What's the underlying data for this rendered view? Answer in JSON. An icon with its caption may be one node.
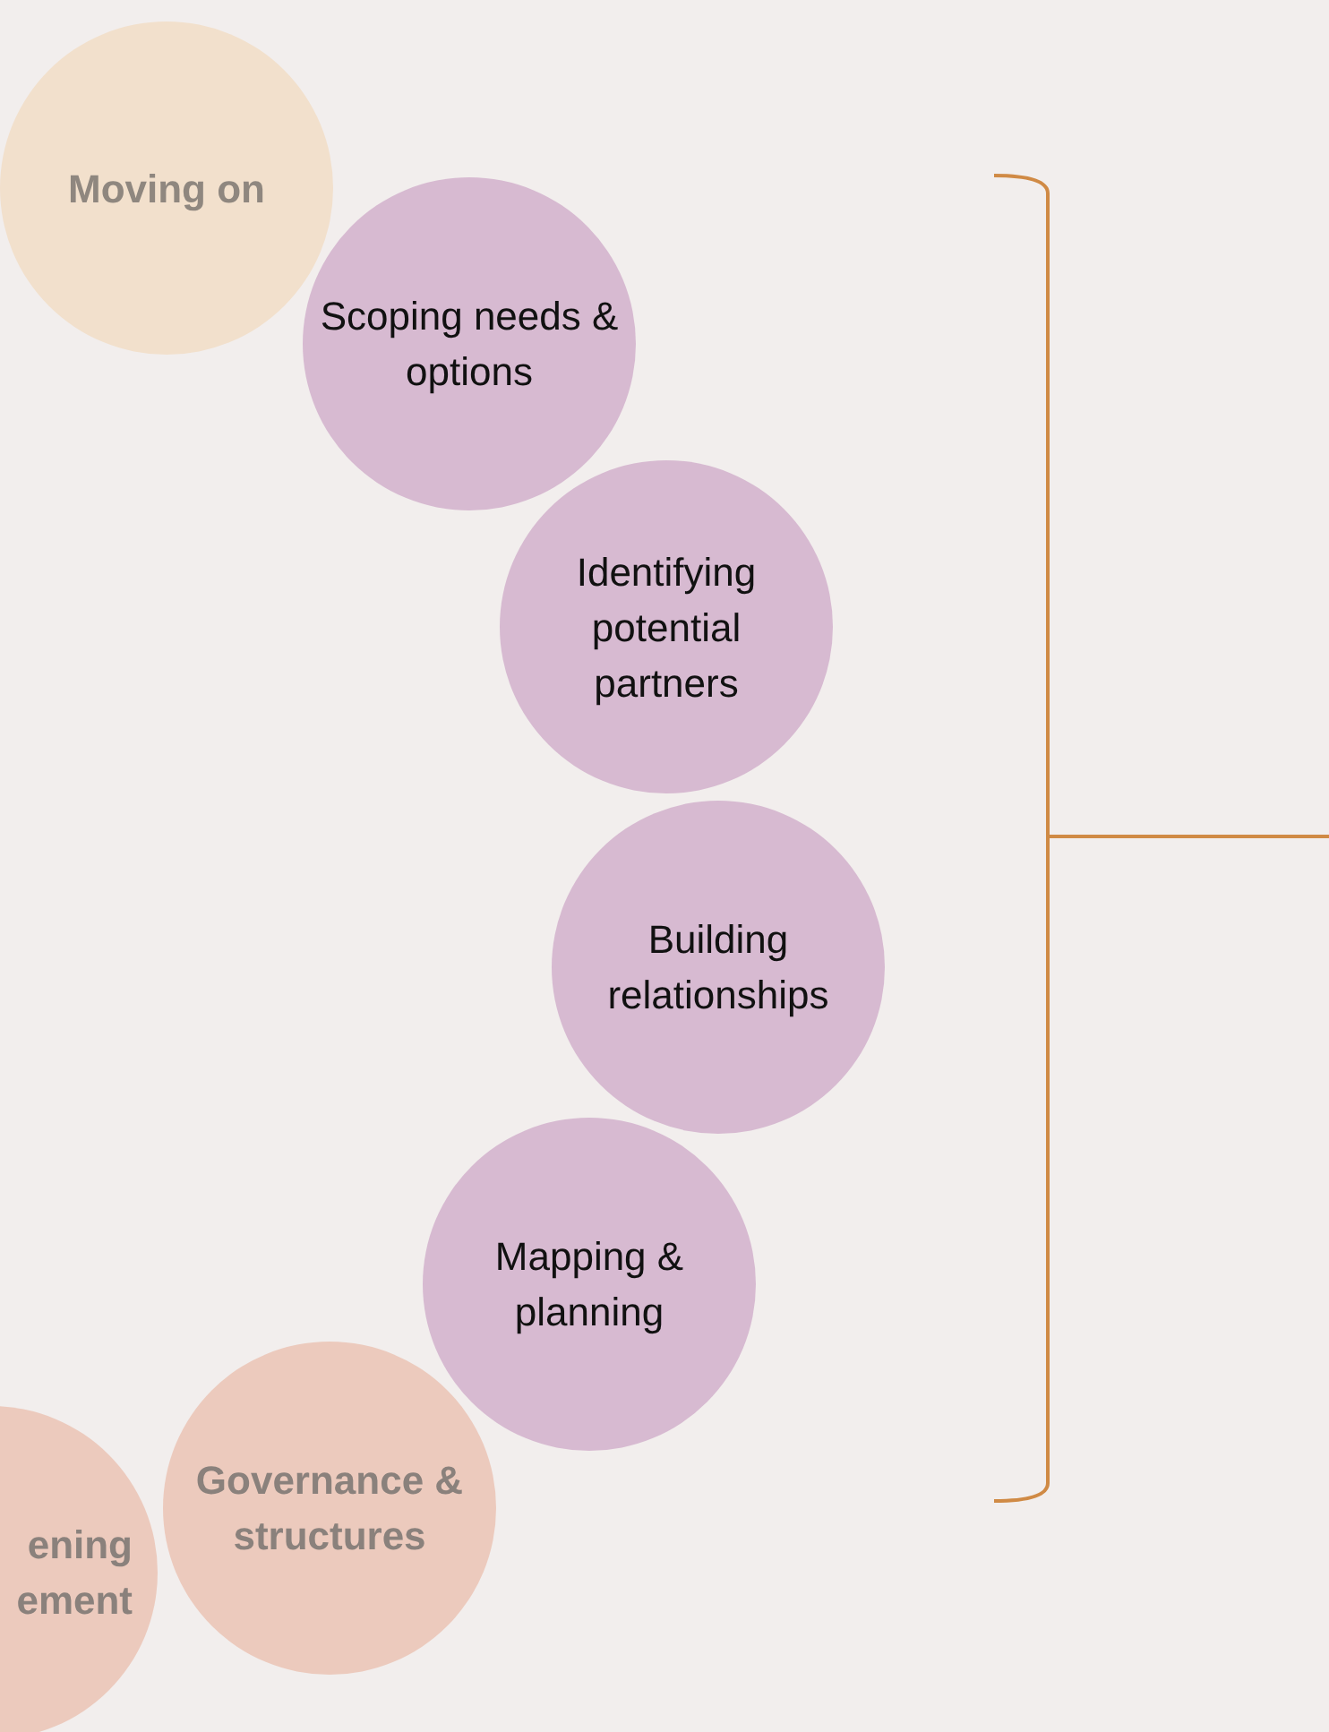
{
  "diagram": {
    "nodes": [
      {
        "text": [
          "Moving on"
        ]
      },
      {
        "text": [
          "Scoping needs & options"
        ]
      },
      {
        "text": [
          "Identifying potential partners"
        ]
      },
      {
        "text": [
          "Building relationships"
        ]
      },
      {
        "text": [
          "Mapping & planning"
        ]
      },
      {
        "text": [
          "Governance & structures"
        ]
      },
      {
        "text": [
          "ening ement"
        ]
      }
    ]
  }
}
